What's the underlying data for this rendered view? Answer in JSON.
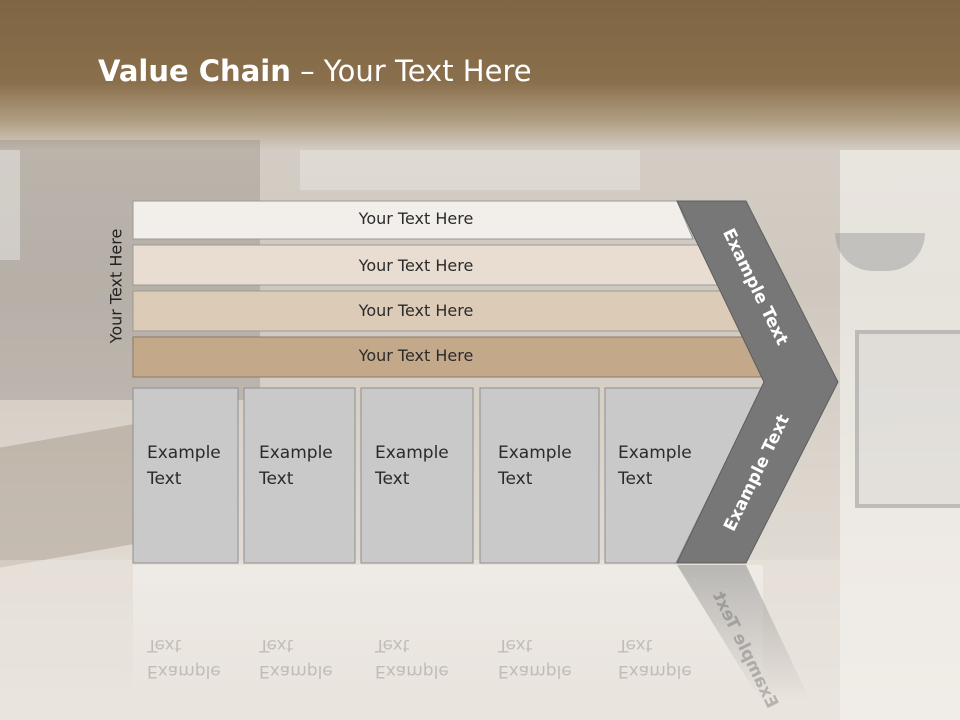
{
  "slide": {
    "title_bold": "Value Chain",
    "title_rest": " – Your Text Here",
    "side_label": "Your Text Here"
  },
  "bands": [
    {
      "label": "Your Text Here",
      "color": "#f2efea"
    },
    {
      "label": "Your Text Here",
      "color": "#e8ddd0"
    },
    {
      "label": "Your Text Here",
      "color": "#dccbb6"
    },
    {
      "label": "Your Text Here",
      "color": "#c4a88a"
    }
  ],
  "columns": [
    {
      "line1": "Example",
      "line2": "Text"
    },
    {
      "line1": "Example",
      "line2": "Text"
    },
    {
      "line1": "Example",
      "line2": "Text"
    },
    {
      "line1": "Example",
      "line2": "Text"
    },
    {
      "line1": "Example",
      "line2": "Text"
    }
  ],
  "chevron": {
    "top_label": "Example Text",
    "bottom_label": "Example Text",
    "color": "#777777"
  },
  "colors": {
    "header": "#806646",
    "column_fill": "#c9c9c9",
    "column_stroke": "#8e8e8e"
  }
}
